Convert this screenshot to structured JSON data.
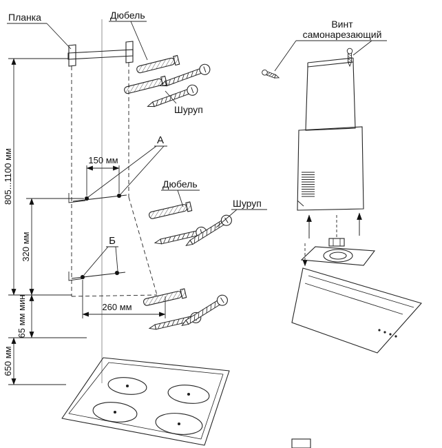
{
  "figure": {
    "labels": {
      "planka": "Планка",
      "dyubel_top": "Дюбель",
      "shurup_top": "Шуруп",
      "point_a": "А",
      "dyubel_mid": "Дюбель",
      "shurup_mid": "Шуруп",
      "point_b": "Б",
      "vint_line1": "Винт",
      "vint_line2": "самонарезающий"
    },
    "dimensions": {
      "bracket_height": "805...1100 мм",
      "top_hole_spacing": "150 мм",
      "row_spacing": "320 мм",
      "bottom_hole_spacing": "260 мм",
      "min_offset": "65 мм мин",
      "cooktop_distance": "650 мм"
    },
    "colors": {
      "line": "#222222",
      "text": "#111111",
      "background": "#ffffff"
    }
  }
}
